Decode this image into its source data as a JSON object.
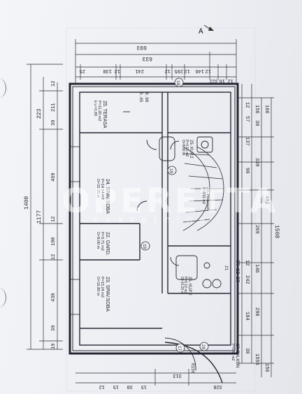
{
  "plan": {
    "north_marker": "A",
    "top_dims": {
      "overall": "693",
      "sub": "633",
      "chain": [
        "25",
        "138",
        "12",
        "241",
        "12",
        "205",
        "12",
        "146",
        "12"
      ],
      "right_chain": [
        "322",
        "16",
        "12"
      ]
    },
    "left_dims": {
      "overall": "1400",
      "sub": "1177",
      "chain": [
        "12",
        "211",
        "30",
        "469",
        "12",
        "198",
        "12",
        "438",
        "30",
        "10"
      ],
      "extra": "223"
    },
    "right_dims": {
      "chain": [
        "12",
        "156",
        "166",
        "57",
        "30",
        "137",
        "339",
        "90",
        "492",
        "269",
        "12",
        "146",
        "242",
        "184",
        "298",
        "30",
        "1556",
        "156"
      ],
      "outer": "1568",
      "mid": [
        "30",
        "12",
        "20"
      ]
    },
    "bottom_dims": [
      "313",
      "328",
      "15",
      "30",
      "15",
      "12"
    ],
    "rooms": [
      {
        "num": "25.",
        "name": "TERASA",
        "area": "P=11.20 m2",
        "extra": "k.v.=1.69"
      },
      {
        "num": "24.",
        "name": "SPAV.SOBA",
        "area": "P=14.54 m2",
        "extra": "O=15.20 m"
      },
      {
        "num": "22.",
        "name": "GARD.",
        "area": "P=3.71 m2",
        "extra": "O=8.00 m"
      },
      {
        "num": "23.",
        "name": "SPAV.SOBA",
        "area": "P=15.24 m2",
        "extra": "O=15.80 m"
      },
      {
        "num": "26.",
        "name": "KUP.2",
        "area": "P=6.12 m2",
        "extra": "O=10.20 m"
      },
      {
        "num": "25.",
        "name": "KUP.2",
        "area": "P=4.10 m2",
        "extra": "O=8.30 m"
      },
      {
        "num": "21.",
        "name": "HODNIK",
        "area": "P=8.51 m2",
        "extra": ""
      },
      {
        "num": "27.",
        "name": "BALKON",
        "area": "P=5.57 m2",
        "extra": ""
      }
    ],
    "markers": [
      "18",
      "19",
      "19",
      "17",
      "20",
      "21",
      "R156",
      "8.90",
      "5.65"
    ],
    "watermark": "OPERETTA",
    "watermark_sub": "nekretnine"
  }
}
